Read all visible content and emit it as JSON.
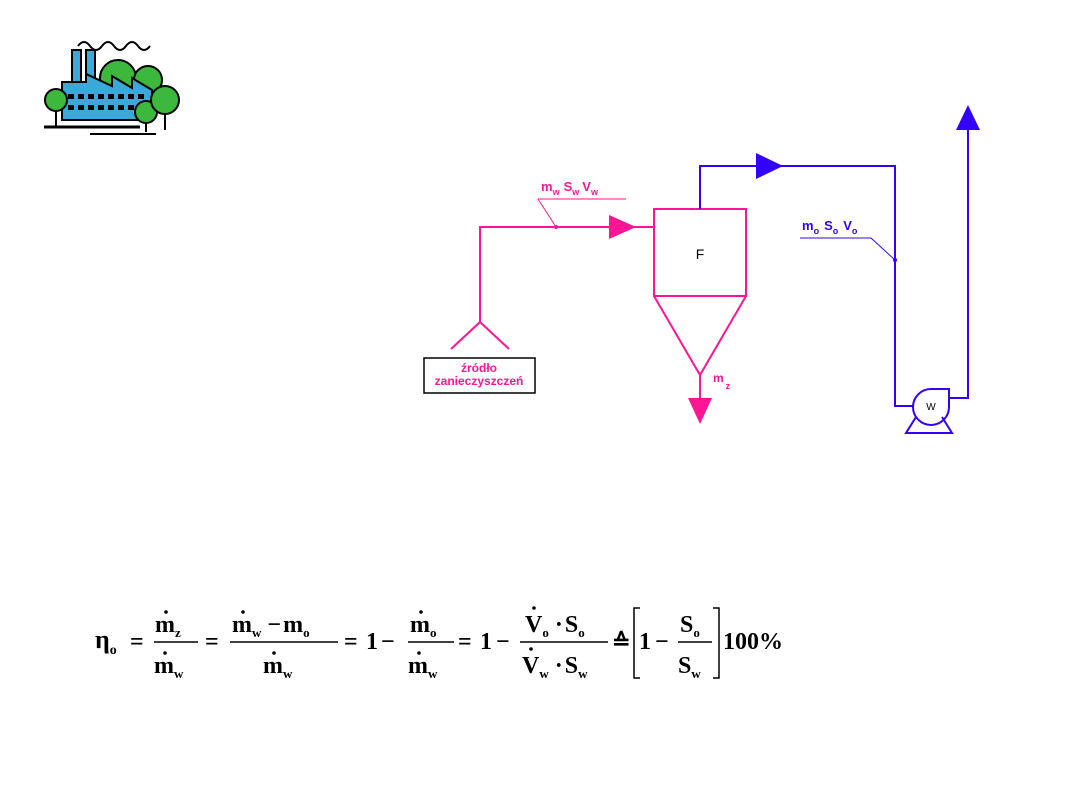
{
  "colors": {
    "inlet": "#ff1493",
    "outlet": "#3300ff",
    "ink": "#000000",
    "icon_blue": "#3aa8d8",
    "icon_green": "#3cb83c"
  },
  "icons": {
    "logo": "factory-icon",
    "fan": "fan-icon"
  },
  "diagram": {
    "inlet_label": {
      "m": "m",
      "m_sub": "w",
      "s": "S",
      "s_sub": "w",
      "v": "V",
      "v_sub": "w"
    },
    "outlet_label": {
      "m": "m",
      "m_sub": "o",
      "s": "S",
      "s_sub": "o",
      "v": "V",
      "v_sub": "o"
    },
    "filter_label": "F",
    "source_label_line1": "źródło",
    "source_label_line2": "zanieczyszczeń",
    "captured_label": {
      "m": "m",
      "m_sub": "z"
    },
    "fan_label": "W"
  },
  "formula": {
    "eta": "η",
    "eta_sub": "o",
    "m": "m",
    "sub_z": "z",
    "sub_w": "w",
    "sub_o": "o",
    "V": "V",
    "S": "S",
    "one": "1",
    "minus": "−",
    "eq": "=",
    "dot": "·",
    "approx": "≙",
    "tail": "100%"
  }
}
